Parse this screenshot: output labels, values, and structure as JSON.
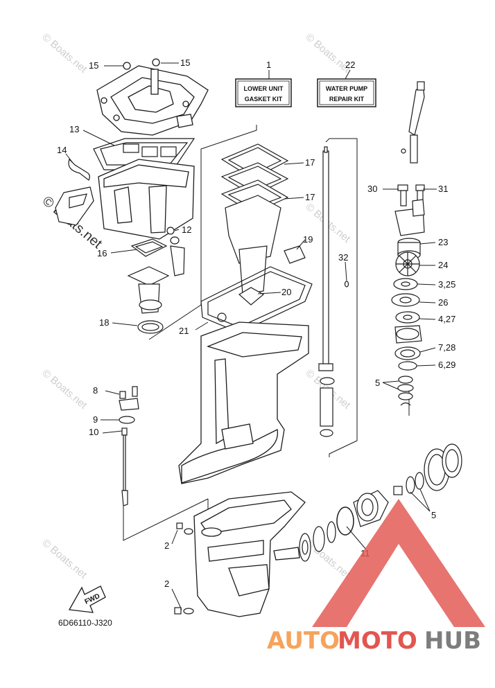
{
  "diagram": {
    "part_code": "6D66110-J320",
    "kit_boxes": [
      {
        "number": "1",
        "line1": "LOWER UNIT",
        "line2": "GASKET KIT"
      },
      {
        "number": "22",
        "line1": "WATER PUMP",
        "line2": "REPAIR KIT"
      }
    ],
    "fwd_label": "FWD",
    "callouts": {
      "c15a": "15",
      "c15b": "15",
      "c13": "13",
      "c14": "14",
      "c12": "12",
      "c16": "16",
      "c18": "18",
      "c17a": "17",
      "c17b": "17",
      "c19": "19",
      "c20": "20",
      "c21": "21",
      "c32": "32",
      "c30": "30",
      "c31": "31",
      "c23": "23",
      "c24": "24",
      "c325": "3,25",
      "c26": "26",
      "c427": "4,27",
      "c728": "7,28",
      "c629": "6,29",
      "c5a": "5",
      "c5b": "5",
      "c8": "8",
      "c9": "9",
      "c10": "10",
      "c2a": "2",
      "c2b": "2",
      "c11": "11"
    }
  },
  "watermarks": {
    "text": "© Boats.net",
    "side_text": "© Boats.net"
  },
  "logo": {
    "part1": "AUTO",
    "part2": "MOTO",
    "part3": "HUB"
  },
  "colors": {
    "line": "#1a1a1a",
    "logo_orange": "#f6a35c",
    "logo_red": "#e2564f",
    "logo_grey": "#7d7d7d",
    "watermark": "#c9c9c9"
  }
}
